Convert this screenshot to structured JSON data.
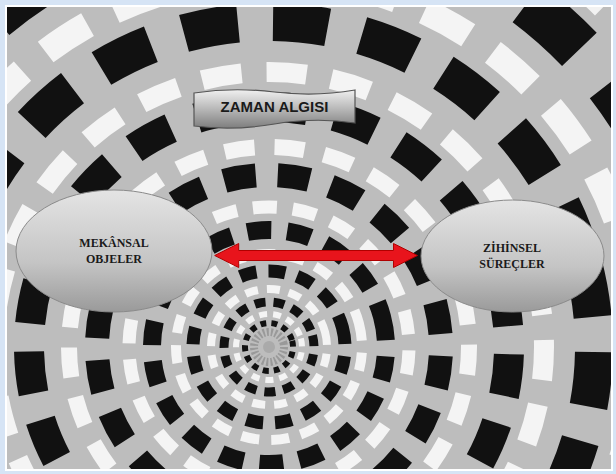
{
  "diagram": {
    "nodes": [
      {
        "text": [
          "ZAMAN ALGISI"
        ]
      },
      {
        "text": [
          "MEKÂNSAL OBJELER"
        ]
      },
      {
        "text": [
          "ZİHİNSEL SÜREÇLER"
        ]
      }
    ],
    "edges": [
      {
        "from": 1,
        "to": 2,
        "arrow": "both"
      }
    ]
  }
}
